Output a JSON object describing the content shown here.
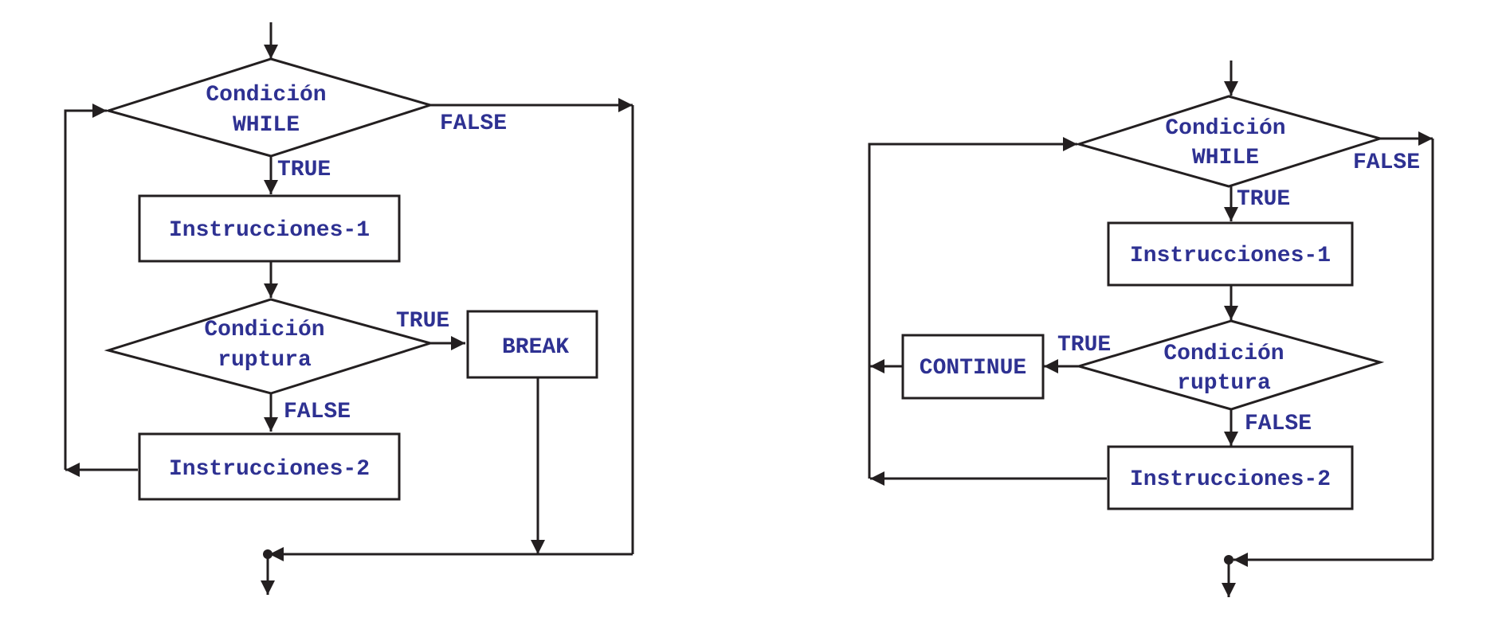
{
  "colors": {
    "text": "#2e3192",
    "stroke": "#231f20",
    "background": "#ffffff"
  },
  "break_diagram": {
    "while_cond": [
      "Condición",
      "WHILE"
    ],
    "instr1": "Instrucciones-1",
    "break_cond": [
      "Condición",
      "ruptura"
    ],
    "break_box": "BREAK",
    "instr2": "Instrucciones-2",
    "true_top": "TRUE",
    "false_top": "FALSE",
    "true_break": "TRUE",
    "false_break": "FALSE"
  },
  "continue_diagram": {
    "while_cond": [
      "Condición",
      "WHILE"
    ],
    "instr1": "Instrucciones-1",
    "break_cond": [
      "Condición",
      "ruptura"
    ],
    "continue_box": "CONTINUE",
    "instr2": "Instrucciones-2",
    "true_top": "TRUE",
    "false_top": "FALSE",
    "true_continue": "TRUE",
    "false_continue": "FALSE"
  }
}
